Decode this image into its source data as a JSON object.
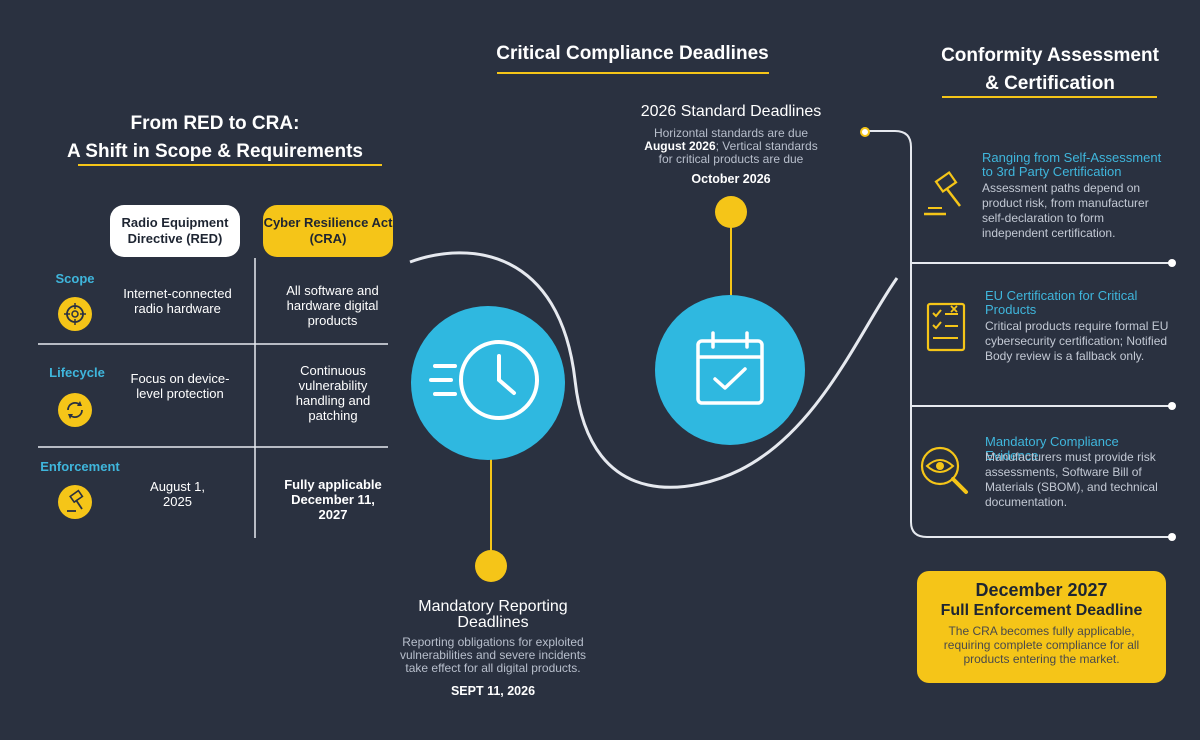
{
  "left": {
    "title_line1": "From RED to CRA:",
    "title_line2": "A Shift in Scope & Requirements",
    "col_red": "Radio Equipment Directive (RED)",
    "col_cra": "Cyber Resilience Act (CRA)",
    "rows": [
      {
        "label": "Scope",
        "red": "Internet-connected radio hardware",
        "cra": "All software and hardware digital products",
        "icon": "target-icon"
      },
      {
        "label": "Lifecycle",
        "red": "Focus on device-level protection",
        "cra": "Continuous vulnerability handling and patching",
        "icon": "cycle-icon"
      },
      {
        "label": "Enforcement",
        "red": "August 1, 2025",
        "cra": "Fully applicable December 11, 2027",
        "icon": "gavel-icon"
      }
    ]
  },
  "center": {
    "title": "Critical Compliance Deadlines",
    "standard": {
      "title": "2026 Standard Deadlines",
      "body_1": "Horizontal standards are due",
      "bold_1": "August 2026",
      "body_2": "; Vertical standards",
      "body_3": "for critical products are due",
      "bold_2": "October 2026"
    },
    "reporting": {
      "title_1": "Mandatory Reporting",
      "title_2": "Deadlines",
      "body": "Reporting obligations for exploited vulnerabilities and severe incidents take effect for all digital products.",
      "date": "SEPT 11, 2026"
    }
  },
  "right": {
    "title_line1": "Conformity Assessment",
    "title_line2": "& Certification",
    "items": [
      {
        "head": "Ranging from Self-Assessment to 3rd Party Certification",
        "body": "Assessment paths depend on product risk, from manufacturer self-declaration to form independent certification.",
        "icon": "gavel-icon"
      },
      {
        "head": "EU Certification for Critical Products",
        "body": "Critical products require formal EU cybersecurity certification; Notified Body review is a fallback only.",
        "icon": "checklist-icon"
      },
      {
        "head": "Mandatory Compliance Evidence",
        "body": "Manufacturers must provide risk assessments, Software Bill of Materials (SBOM), and technical documentation.",
        "icon": "eye-search-icon"
      }
    ],
    "final": {
      "title_1": "December 2027",
      "title_2": "Full Enforcement Deadline",
      "body": "The CRA becomes fully applicable, requiring complete compliance for all products entering the market."
    }
  },
  "colors": {
    "background": "#2a3140",
    "accent_yellow": "#f5c518",
    "accent_blue": "#2fb8e0",
    "label_blue": "#3fb6dc"
  }
}
